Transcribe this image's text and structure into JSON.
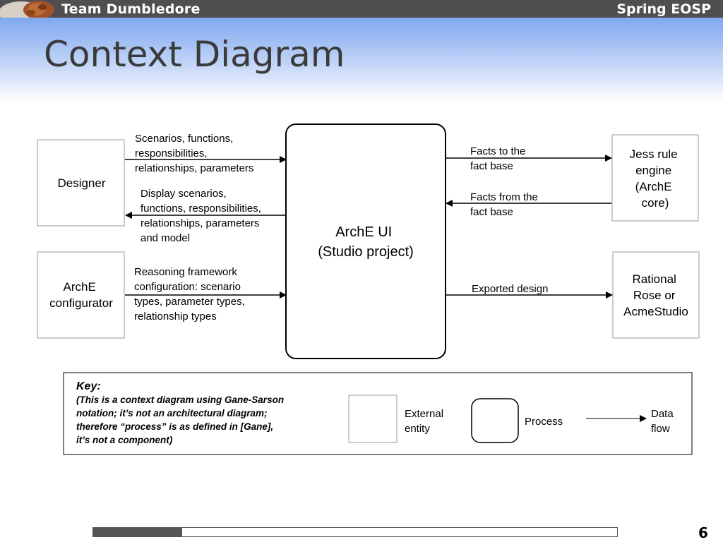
{
  "header": {
    "team": "Team Dumbledore",
    "term": "Spring EOSP",
    "logo": "portrait-logo-icon"
  },
  "title": "Context Diagram",
  "diagram": {
    "entities": {
      "designer": [
        "Designer"
      ],
      "configurator": [
        "ArchE",
        "configurator"
      ],
      "jess": [
        "Jess rule",
        "engine",
        "(ArchE",
        "core)"
      ],
      "rose": [
        "Rational",
        "Rose or",
        "AcmeStudio"
      ]
    },
    "process": [
      "ArchE UI",
      "(Studio project)"
    ],
    "flows": {
      "designer_to_ui": [
        "Scenarios, functions,",
        "responsibilities,",
        "relationships, parameters"
      ],
      "ui_to_designer": [
        "Display scenarios,",
        "functions, responsibilities,",
        "relationships, parameters",
        "and model"
      ],
      "config_to_ui": [
        "Reasoning framework",
        "configuration: scenario",
        "types, parameter types,",
        "relationship types"
      ],
      "ui_to_jess": [
        "Facts to the",
        "fact base"
      ],
      "jess_to_ui": [
        "Facts from the",
        "fact base"
      ],
      "ui_to_rose": [
        "Exported design"
      ]
    }
  },
  "key": {
    "title": "Key:",
    "note": [
      "(This is a context diagram using Gane-Sarson",
      "notation; it’s not an architectural diagram;",
      "therefore “process” is as defined in [Gane],",
      "it’s not a component)"
    ],
    "external_entity": [
      "External",
      "entity"
    ],
    "process": "Process",
    "data_flow": [
      "Data",
      "flow"
    ]
  },
  "progress": 0.17,
  "page_number": "6"
}
